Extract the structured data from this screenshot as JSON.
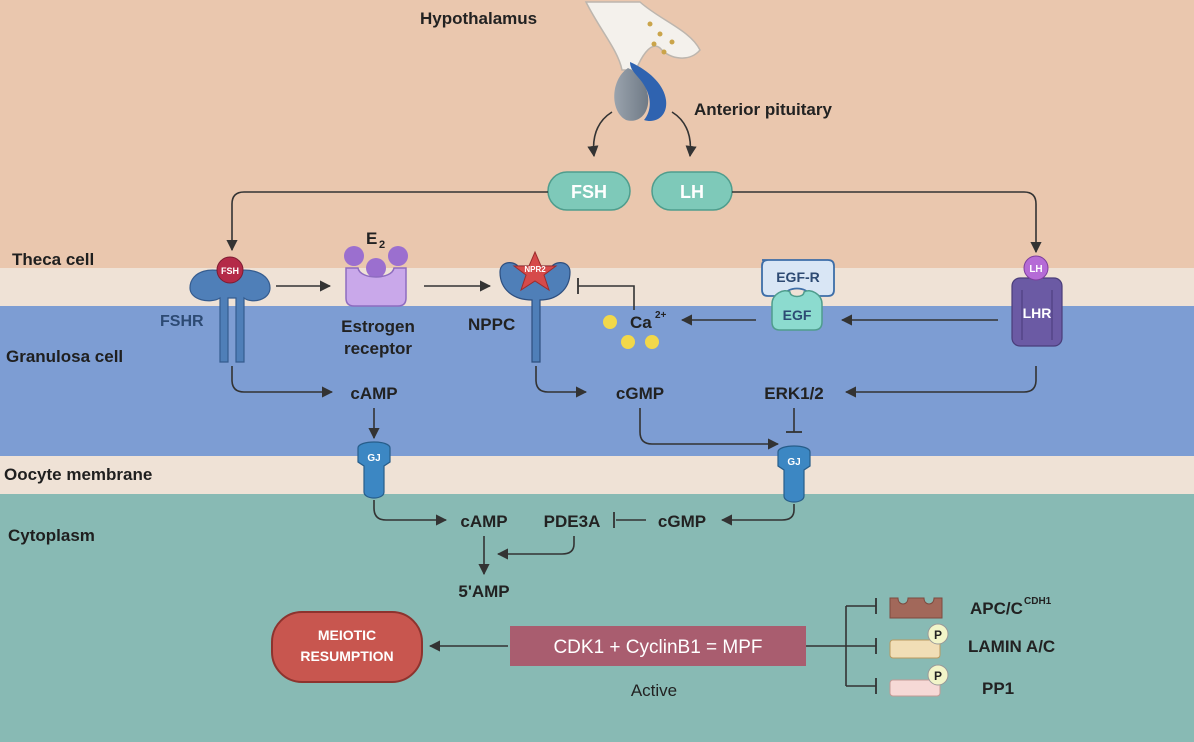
{
  "regions": {
    "hypothalamus": "Hypothalamus",
    "anterior_pituitary": "Anterior pituitary",
    "theca": "Theca cell",
    "granulosa": "Granulosa cell",
    "oocyte_membrane": "Oocyte membrane",
    "cytoplasm": "Cytoplasm"
  },
  "hormones": {
    "fsh": "FSH",
    "lh": "LH"
  },
  "receptors": {
    "fshr": "FSHR",
    "fsh_ligand": "FSH",
    "e2_main": "E",
    "e2_sub": "2",
    "estrogen_1": "Estrogen",
    "estrogen_2": "receptor",
    "nppc": "NPPC",
    "npr2": "NPR2",
    "egfr": "EGF-R",
    "egf": "EGF",
    "lh_ligand": "LH",
    "lhr": "LHR"
  },
  "signals": {
    "camp_granulosa": "cAMP",
    "cgmp_granulosa": "cGMP",
    "erk": "ERK1/2",
    "ca_main": "Ca",
    "ca_sup": "2+",
    "gj_left": "GJ",
    "gj_right": "GJ"
  },
  "oocyte": {
    "camp": "cAMP",
    "pde3a": "PDE3A",
    "cgmp": "cGMP",
    "amp": "5'AMP",
    "meiotic_1": "MEIOTIC",
    "meiotic_2": "RESUMPTION",
    "mpf": "CDK1 + CyclinB1 = MPF",
    "active": "Active",
    "apc_main": "APC/C",
    "apc_sup": "CDH1",
    "lamin": "LAMIN A/C",
    "pp1": "PP1",
    "p_badge_1": "P",
    "p_badge_2": "P"
  },
  "colors": {
    "theca_bg": "#eac7ae",
    "membrane": "#efe2d6",
    "granulosa": "#7d9dd3",
    "cytoplasm": "#88bab4",
    "hormone_pill": "#7ec9b9",
    "meiotic": "#c8564f",
    "mpf": "#a95d6f",
    "receptor_blue": "#4f7fb8",
    "lhr_purple": "#6b5aa4",
    "estrogen_purple": "#b08fd6"
  }
}
